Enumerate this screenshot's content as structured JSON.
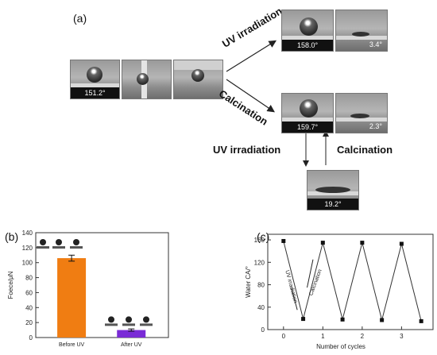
{
  "panel_a": {
    "label": "(a)",
    "left_photos": [
      {
        "caption": "151.2°"
      },
      {
        "caption": ""
      },
      {
        "caption": ""
      }
    ],
    "uv_branch": {
      "label": "UV irradiation",
      "photo1_caption": "158.0°",
      "photo2_caption": "3.4°"
    },
    "calc_branch": {
      "label": "Calcination",
      "photo1_caption": "159.7°",
      "photo2_caption": "2.3°"
    },
    "cycle_labels": {
      "uv": "UV irradiation",
      "calc": "Calcination"
    },
    "bottom_photo_caption": "19.2°"
  },
  "chart_data": [
    {
      "type": "bar",
      "panel_label": "(b)",
      "categories": [
        "Before UV",
        "After UV"
      ],
      "values": [
        106,
        10
      ],
      "errors": [
        4,
        1.5
      ],
      "colors": [
        "#f07d12",
        "#7a2bd6"
      ],
      "ylabel": "Foece/μN",
      "xlabel": "",
      "ylim": [
        0,
        140
      ],
      "yticks": [
        0,
        20,
        40,
        60,
        80,
        100,
        120,
        140
      ]
    },
    {
      "type": "line",
      "panel_label": "(c)",
      "x": [
        0,
        0.5,
        1,
        1.5,
        2,
        2.5,
        3,
        3.5
      ],
      "y": [
        158,
        19,
        155,
        18,
        155,
        17,
        153,
        15
      ],
      "errors": [
        3,
        2,
        3,
        2,
        2,
        2,
        2,
        2
      ],
      "xlabel": "Number of cycles",
      "ylabel": "Water CA/°",
      "xlim": [
        -0.4,
        3.8
      ],
      "ylim": [
        0,
        170
      ],
      "xticks": [
        0,
        1,
        2,
        3
      ],
      "yticks": [
        0,
        40,
        80,
        120,
        160
      ],
      "annotations": [
        "UV irradiation",
        "Calcination"
      ]
    }
  ]
}
